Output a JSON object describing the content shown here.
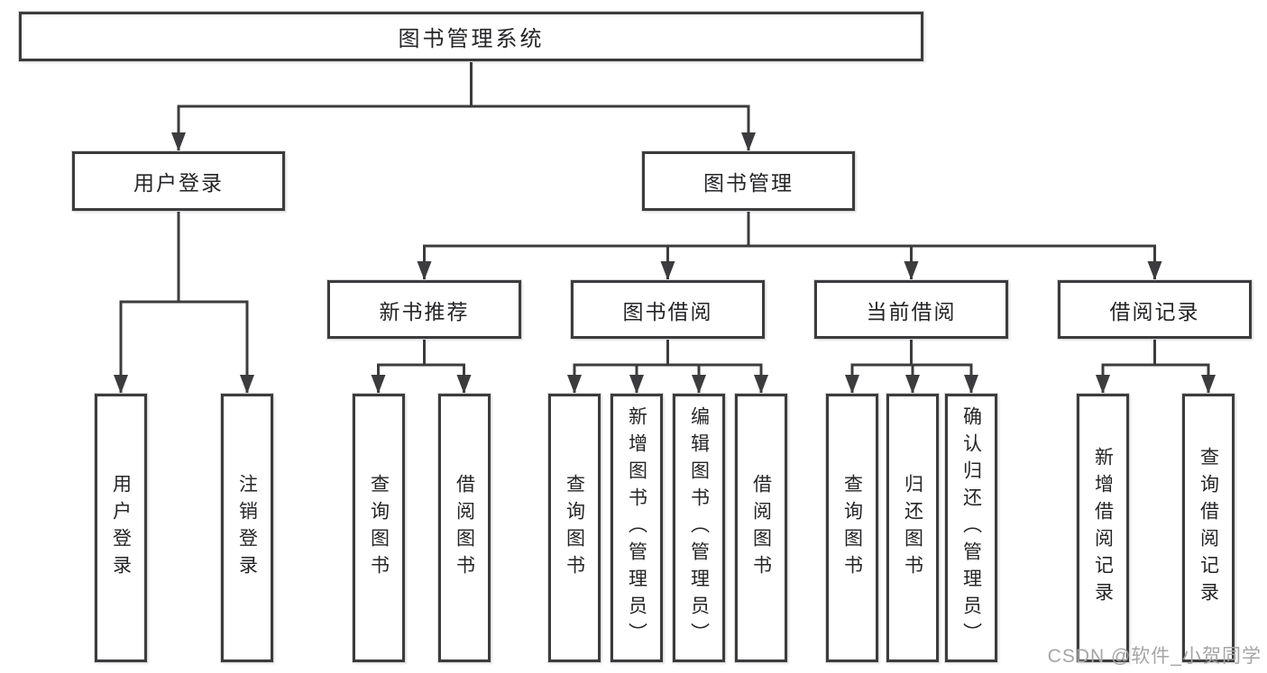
{
  "diagram": {
    "root": {
      "label": "图书管理系统"
    },
    "branches": [
      {
        "label": "用户登录",
        "children": [
          {
            "label": "用户登录"
          },
          {
            "label": "注销登录"
          }
        ]
      },
      {
        "label": "图书管理",
        "groups": [
          {
            "label": "新书推荐",
            "children": [
              {
                "label": "查询图书"
              },
              {
                "label": "借阅图书"
              }
            ]
          },
          {
            "label": "图书借阅",
            "children": [
              {
                "label": "查询图书"
              },
              {
                "label": "新增图书（管理员）"
              },
              {
                "label": "编辑图书（管理员）"
              },
              {
                "label": "借阅图书"
              }
            ]
          },
          {
            "label": "当前借阅",
            "children": [
              {
                "label": "查询图书"
              },
              {
                "label": "归还图书"
              },
              {
                "label": "确认归还（管理员）"
              }
            ]
          },
          {
            "label": "借阅记录",
            "children": [
              {
                "label": "新增借阅记录"
              },
              {
                "label": "查询借阅记录"
              }
            ]
          }
        ]
      }
    ],
    "colors": {
      "line": "#3c3c3f",
      "box_border": "#3c3c3f",
      "text": "#252528",
      "watermark": "#a5a5a5",
      "background": "#ffffff"
    }
  },
  "watermark": {
    "text": "CSDN @软件_小贺同学"
  }
}
